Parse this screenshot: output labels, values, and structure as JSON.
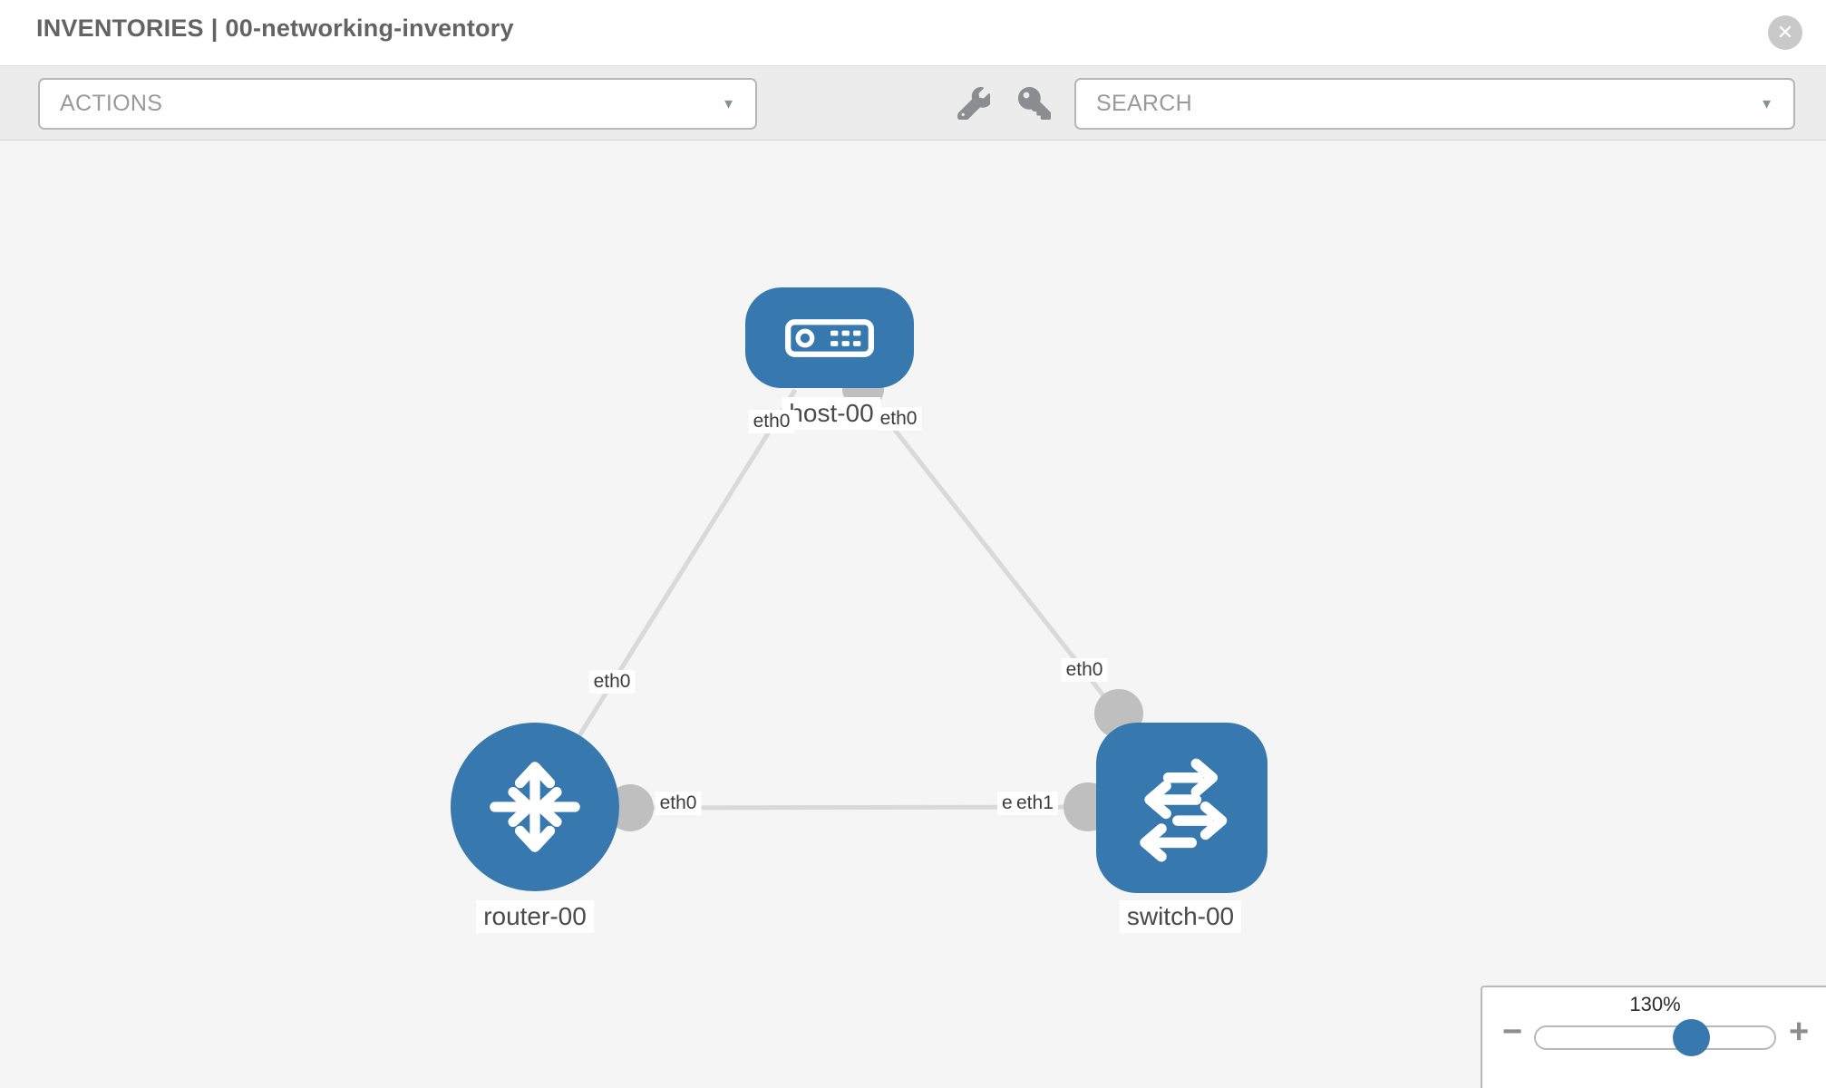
{
  "header": {
    "section": "INVENTORIES",
    "divider": "|",
    "inventory_name": "00-networking-inventory",
    "close": "✕"
  },
  "toolbar": {
    "actions_label": "ACTIONS",
    "search_label": "SEARCH",
    "caret": "▼",
    "icons": [
      "wrench-icon",
      "key-icon"
    ]
  },
  "topology": {
    "nodes": [
      {
        "label": "host-00",
        "type": "host",
        "shape": "rounded-rect"
      },
      {
        "label": "router-00",
        "type": "router",
        "shape": "circle"
      },
      {
        "label": "switch-00",
        "type": "switch",
        "shape": "rounded-square"
      }
    ],
    "links": [
      {
        "from": "host-00",
        "to": "router-00",
        "from_iface": "eth0",
        "to_iface": "eth0"
      },
      {
        "from": "host-00",
        "to": "switch-00",
        "from_iface": "eth0",
        "to_iface": "eth0"
      },
      {
        "from": "router-00",
        "to": "switch-00",
        "from_iface": "eth0",
        "to_iface": "eth1",
        "to_iface_overlapped": "eth0"
      }
    ]
  },
  "zoom": {
    "level": "130%",
    "minus": "−",
    "plus": "+"
  },
  "colors": {
    "node_blue": "#3778af",
    "link_gray": "#d9d9d9",
    "port_gray": "#bfbfbf",
    "toolbar_gray": "#ececec",
    "canvas_gray": "#f5f5f5"
  }
}
